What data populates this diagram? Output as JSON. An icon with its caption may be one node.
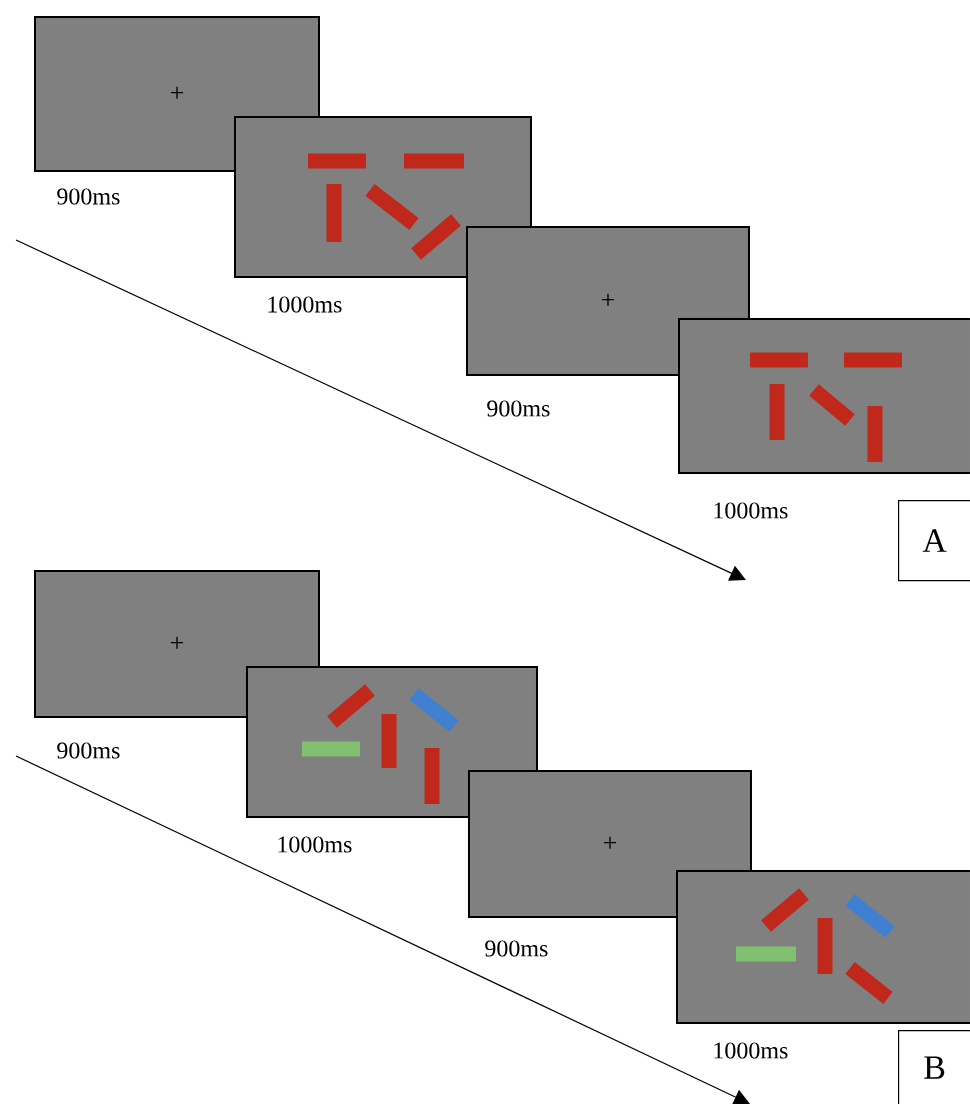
{
  "diagram": {
    "nodes": [
      {
        "text": [
          "+"
        ],
        "beside": [
          "900ms"
        ]
      },
      {
        "text": [],
        "shape": "box",
        "beside": [
          "1000ms"
        ]
      },
      {
        "text": [
          "+"
        ],
        "beside": [
          "900ms"
        ]
      },
      {
        "text": [],
        "shape": "box",
        "beside": [
          "1000ms"
        ]
      },
      {
        "text": [
          "A"
        ]
      },
      {
        "text": [
          "+"
        ],
        "beside": [
          "900ms"
        ]
      },
      {
        "text": [],
        "shape": "box",
        "beside": [
          "1000ms"
        ]
      },
      {
        "text": [
          "+"
        ],
        "beside": [
          "900ms"
        ]
      },
      {
        "text": [],
        "shape": "box",
        "beside": [
          "1000ms"
        ]
      },
      {
        "text": [
          "B"
        ]
      }
    ],
    "edges": []
  }
}
